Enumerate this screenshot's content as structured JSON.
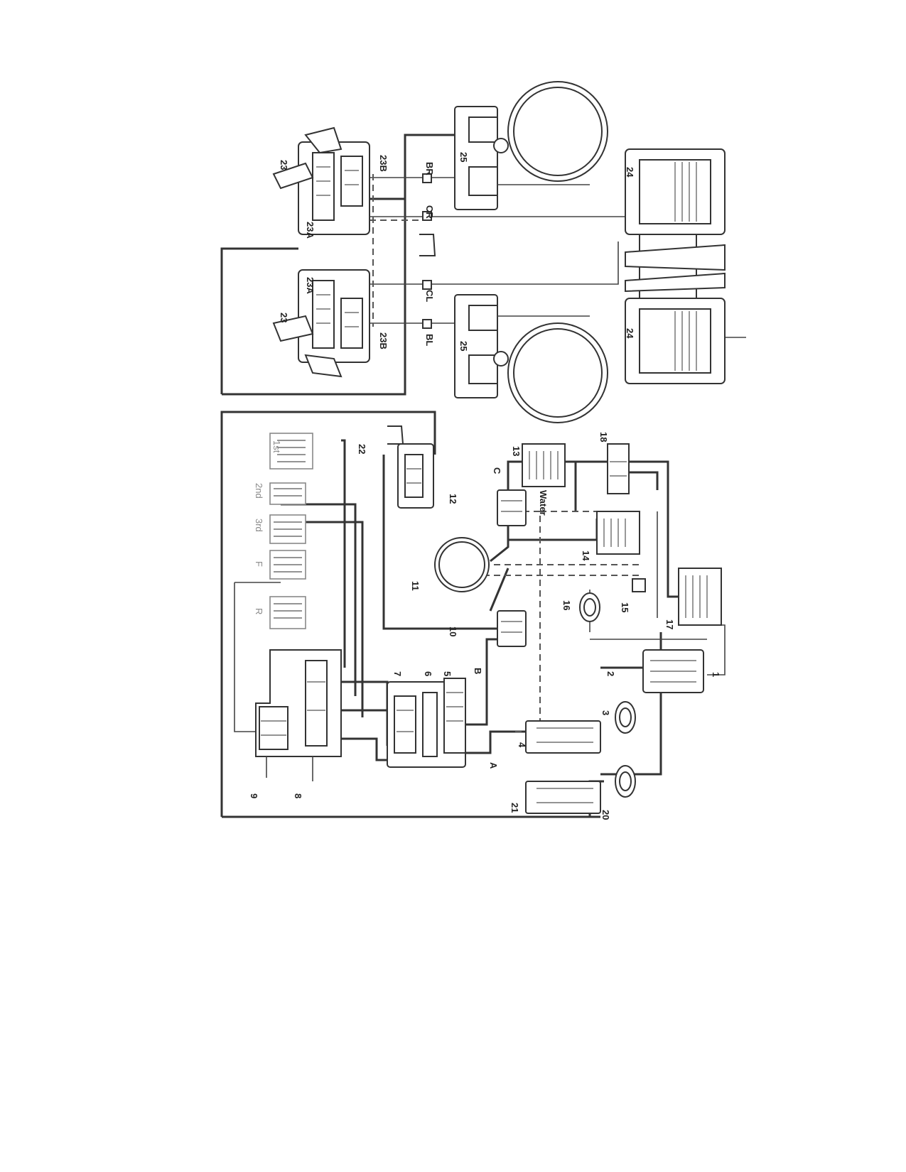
{
  "labels": {
    "n1": "1",
    "n2": "2",
    "n3": "3",
    "n4": "4",
    "n5": "5",
    "n6": "6",
    "n7": "7",
    "n8": "8",
    "n9": "9",
    "n10": "10",
    "n11": "11",
    "n12": "12",
    "n13": "13",
    "n14": "14",
    "n15": "15",
    "n16": "16",
    "n17": "17",
    "n18": "18",
    "n20": "20",
    "n21": "21",
    "n22": "22",
    "n23": "23",
    "n23a": "23A",
    "n23b": "23B",
    "n24": "24",
    "n25": "25",
    "br": "BR",
    "cr": "CR",
    "cl": "CL",
    "bl": "BL",
    "a": "A",
    "b": "B",
    "c": "C",
    "water": "Water",
    "gear_1st": "1st",
    "gear_2nd": "2nd",
    "gear_3rd": "3rd",
    "gear_f": "F",
    "gear_r": "R"
  }
}
